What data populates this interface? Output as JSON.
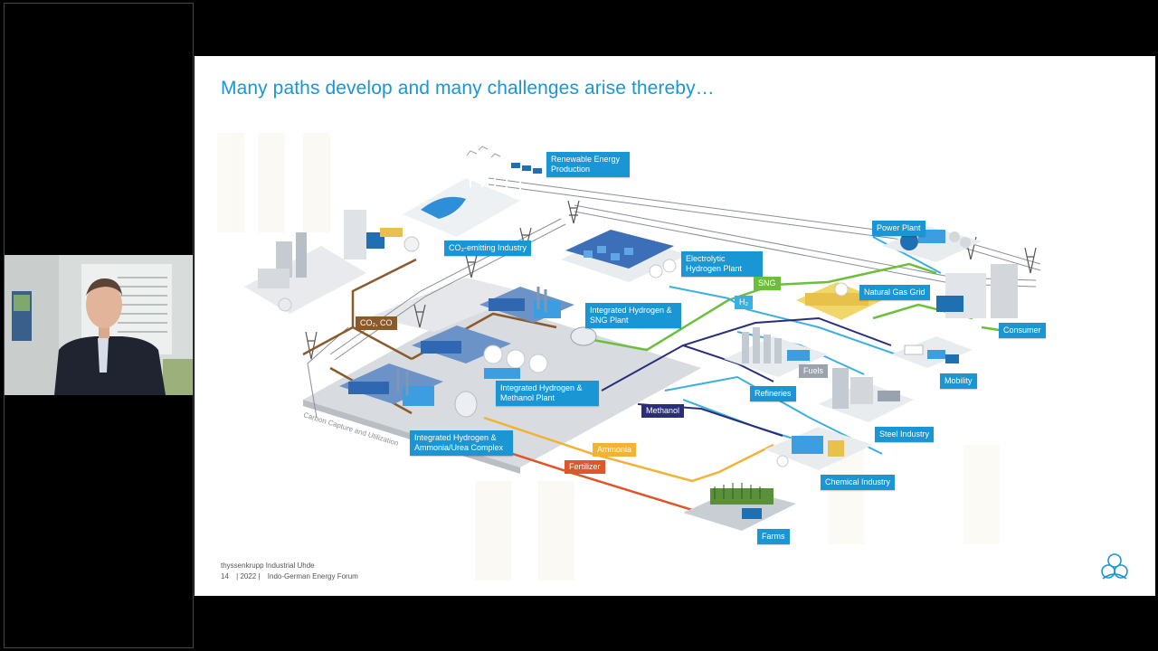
{
  "slide": {
    "title": "Many paths develop and many challenges arise thereby…",
    "footer": {
      "company": "thyssenkrupp Industrial Uhde",
      "page": "14",
      "year": "| 2022 |",
      "event": "Indo-German Energy Forum"
    }
  },
  "labels": {
    "renewable": "Renewable Energy Production",
    "co2_industry": "CO₂-emitting Industry",
    "electrolytic": "Electrolytic Hydrogen Plant",
    "power_plant": "Power Plant",
    "natural_gas_grid": "Natural Gas Grid",
    "consumer": "Consumer",
    "int_h2_sng": "Integrated Hydrogen & SNG Plant",
    "int_h2_methanol": "Integrated Hydrogen & Methanol Plant",
    "int_h2_ammonia": "Integrated Hydrogen & Ammonia/Urea Complex",
    "refineries": "Refineries",
    "mobility": "Mobility",
    "steel": "Steel Industry",
    "chemical": "Chemical Industry",
    "farms": "Farms"
  },
  "tags": {
    "co2_co": "CO₂, CO",
    "sng": "SNG",
    "h2": "H₂",
    "fuels": "Fuels",
    "methanol": "Methanol",
    "ammonia": "Ammonia",
    "fertilizer": "Fertilizer",
    "carbon_capture": "Carbon Capture and Utilization"
  },
  "colors": {
    "accent": "#1a96d4",
    "sng_green": "#6cbf3a",
    "co2_brown": "#8b5a2b",
    "methanol_navy": "#2a2e7a",
    "ammonia_amber": "#f2b233",
    "fertilizer_orange": "#e0552a"
  }
}
